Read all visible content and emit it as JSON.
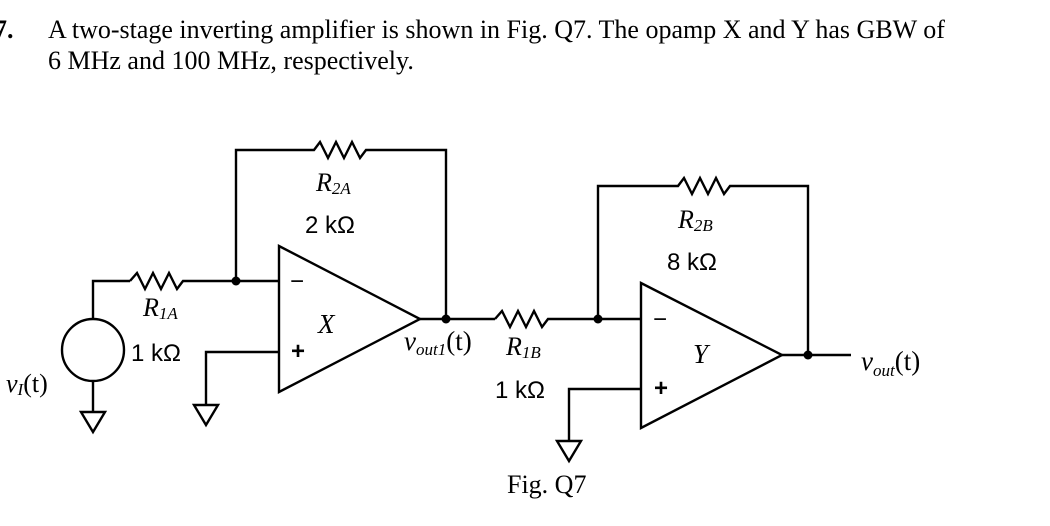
{
  "problem": {
    "number": "7.",
    "line1": "A two-stage inverting amplifier is shown in Fig. Q7.  The opamp X and Y has GBW of",
    "line2": "6 MHz and 100 MHz, respectively."
  },
  "circuit": {
    "source": {
      "label_main": "v",
      "label_sub": "I",
      "label_arg": "(t)"
    },
    "stage_a": {
      "input_resistor": {
        "name_main": "R",
        "name_sub": "1A",
        "value": "1 kΩ"
      },
      "feedback_resistor": {
        "name_main": "R",
        "name_sub": "2A",
        "value": "2 kΩ"
      },
      "opamp": {
        "name": "X",
        "minus": "−",
        "plus": "+"
      },
      "output_label": {
        "main": "v",
        "sub": "out1",
        "arg": "(t)"
      }
    },
    "stage_b": {
      "input_resistor": {
        "name_main": "R",
        "name_sub": "1B",
        "value": "1 kΩ"
      },
      "feedback_resistor": {
        "name_main": "R",
        "name_sub": "2B",
        "value": "8 kΩ"
      },
      "opamp": {
        "name": "Y",
        "minus": "−",
        "plus": "+"
      },
      "output_label": {
        "main": "v",
        "sub": "out",
        "arg": "(t)"
      }
    },
    "caption": "Fig. Q7"
  }
}
